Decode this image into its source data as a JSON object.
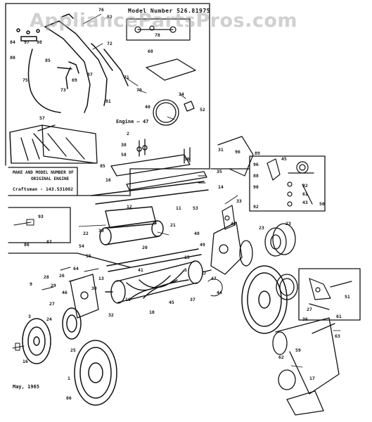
{
  "watermark": "AppliancePartsPros.com",
  "header": {
    "model_number": "Model Number 526.81975"
  },
  "engine_label": "Engine",
  "engine_part": "47",
  "make_box": {
    "line1": "MAKE AND MODEL NUMBER OF",
    "line2": "ORIGINAL ENGINE"
  },
  "craftsman": "Craftsman - 143.531082",
  "date": "May, 1965",
  "callouts": [
    "76",
    "82",
    "72",
    "78",
    "68",
    "84",
    "97",
    "98",
    "80",
    "85",
    "87",
    "69",
    "73",
    "75",
    "71",
    "70",
    "81",
    "40",
    "34",
    "52",
    "57",
    "38",
    "58",
    "2",
    "36",
    "35",
    "85",
    "16",
    "31",
    "89",
    "96",
    "88",
    "90",
    "45",
    "32",
    "61",
    "43",
    "92",
    "50",
    "12",
    "11",
    "14",
    "53",
    "33",
    "93",
    "87",
    "86",
    "22",
    "39",
    "21",
    "55",
    "20",
    "54",
    "42",
    "23",
    "23",
    "48",
    "49",
    "15",
    "5",
    "41",
    "16",
    "47",
    "37",
    "44",
    "10",
    "45",
    "96",
    "29",
    "28",
    "26",
    "27",
    "9",
    "46",
    "3",
    "24",
    "16",
    "30",
    "64",
    "32",
    "25",
    "66",
    "36",
    "61",
    "27",
    "63",
    "51",
    "62",
    "59",
    "17",
    "1",
    "13"
  ]
}
